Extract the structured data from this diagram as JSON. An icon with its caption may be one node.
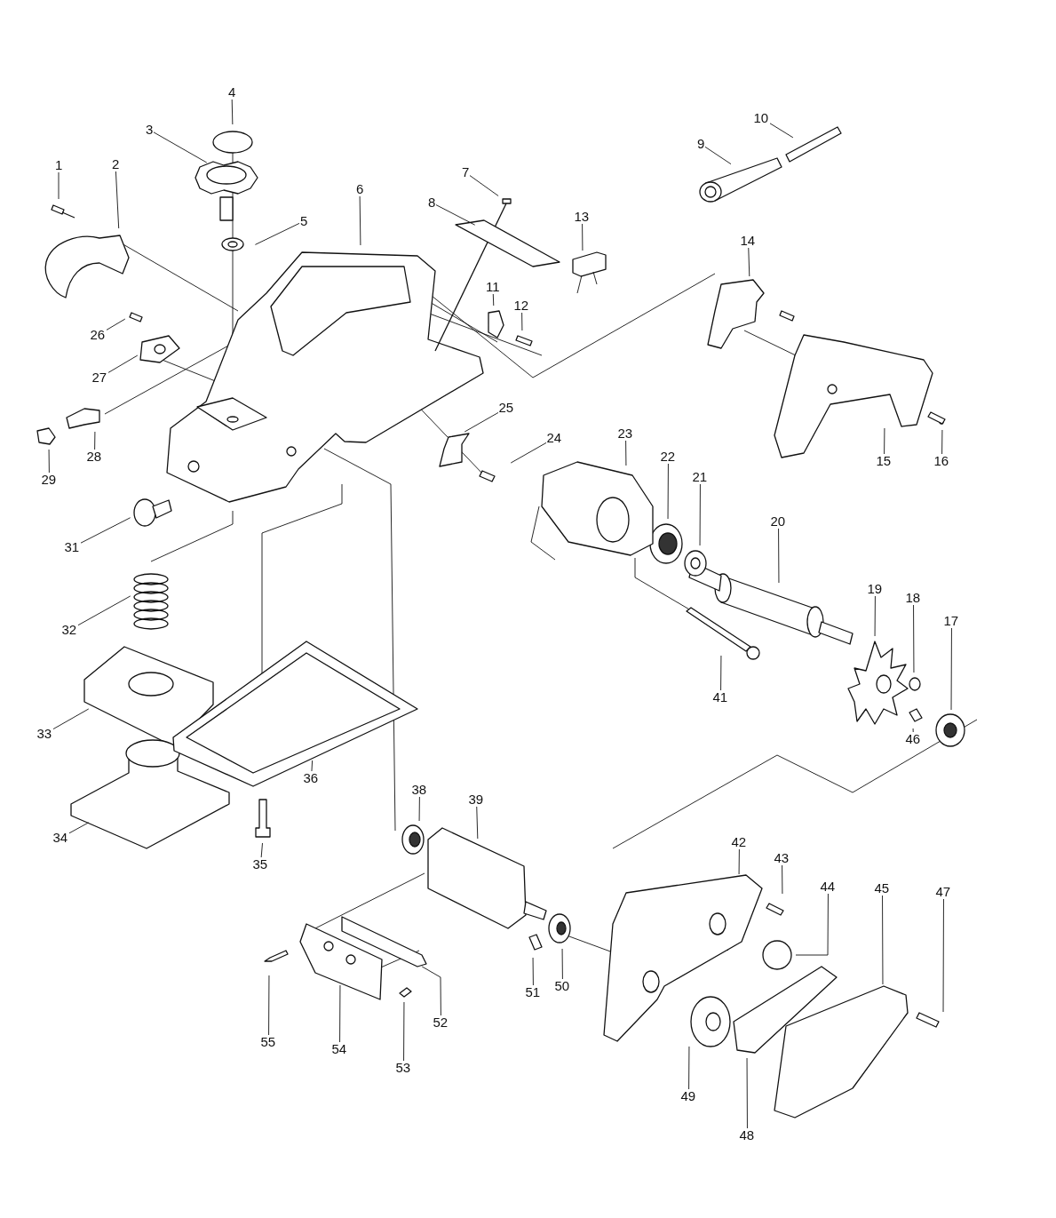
{
  "diagram": {
    "nodes": [
      {
        "text": [
          "1"
        ]
      },
      {
        "text": [
          "2"
        ]
      },
      {
        "text": [
          "3"
        ]
      },
      {
        "text": [
          "4"
        ]
      },
      {
        "text": [
          "5"
        ]
      },
      {
        "text": [
          "6"
        ]
      },
      {
        "text": [
          "7"
        ]
      },
      {
        "text": [
          "8"
        ]
      },
      {
        "text": [
          "9"
        ]
      },
      {
        "text": [
          "10"
        ]
      },
      {
        "text": [
          "11"
        ]
      },
      {
        "text": [
          "12"
        ]
      },
      {
        "text": [
          "13"
        ]
      },
      {
        "text": [
          "14"
        ]
      },
      {
        "text": [
          "15"
        ]
      },
      {
        "text": [
          "16"
        ]
      },
      {
        "text": [
          "17"
        ]
      },
      {
        "text": [
          "18"
        ]
      },
      {
        "text": [
          "19"
        ]
      },
      {
        "text": [
          "20"
        ]
      },
      {
        "text": [
          "21"
        ]
      },
      {
        "text": [
          "22"
        ]
      },
      {
        "text": [
          "23"
        ]
      },
      {
        "text": [
          "24"
        ]
      },
      {
        "text": [
          "25"
        ]
      },
      {
        "text": [
          "26"
        ]
      },
      {
        "text": [
          "27"
        ]
      },
      {
        "text": [
          "28"
        ]
      },
      {
        "text": [
          "29"
        ]
      },
      {
        "text": [
          "31"
        ]
      },
      {
        "text": [
          "32"
        ]
      },
      {
        "text": [
          "33"
        ]
      },
      {
        "text": [
          "34"
        ]
      },
      {
        "text": [
          "35"
        ]
      },
      {
        "text": [
          "36"
        ]
      },
      {
        "text": [
          "38"
        ]
      },
      {
        "text": [
          "39"
        ]
      },
      {
        "text": [
          "41"
        ]
      },
      {
        "text": [
          "42"
        ]
      },
      {
        "text": [
          "43"
        ]
      },
      {
        "text": [
          "44"
        ]
      },
      {
        "text": [
          "45"
        ]
      },
      {
        "text": [
          "46"
        ]
      },
      {
        "text": [
          "47"
        ]
      },
      {
        "text": [
          "48"
        ]
      },
      {
        "text": [
          "49"
        ]
      },
      {
        "text": [
          "50"
        ]
      },
      {
        "text": [
          "51"
        ]
      },
      {
        "text": [
          "52"
        ]
      },
      {
        "text": [
          "53"
        ]
      },
      {
        "text": [
          "54"
        ]
      },
      {
        "text": [
          "55"
        ]
      }
    ],
    "edges": [
      {
        "from": 0,
        "to": null,
        "arrow": "none"
      },
      {
        "from": 1,
        "to": null,
        "arrow": "none"
      },
      {
        "from": 2,
        "to": null,
        "arrow": "none"
      },
      {
        "from": 3,
        "to": null,
        "arrow": "none"
      },
      {
        "from": 4,
        "to": null,
        "arrow": "none"
      },
      {
        "from": 5,
        "to": null,
        "arrow": "none"
      },
      {
        "from": 6,
        "to": null,
        "arrow": "none"
      },
      {
        "from": 7,
        "to": null,
        "arrow": "none"
      },
      {
        "from": 8,
        "to": null,
        "arrow": "none"
      },
      {
        "from": 9,
        "to": null,
        "arrow": "none"
      },
      {
        "from": 10,
        "to": null,
        "arrow": "none"
      },
      {
        "from": 11,
        "to": null,
        "arrow": "none"
      },
      {
        "from": 12,
        "to": null,
        "arrow": "none"
      },
      {
        "from": 13,
        "to": null,
        "arrow": "none"
      },
      {
        "from": 14,
        "to": null,
        "arrow": "none"
      },
      {
        "from": 15,
        "to": null,
        "arrow": "none"
      },
      {
        "from": 16,
        "to": null,
        "arrow": "none"
      },
      {
        "from": 17,
        "to": null,
        "arrow": "none"
      },
      {
        "from": 18,
        "to": null,
        "arrow": "none"
      },
      {
        "from": 19,
        "to": null,
        "arrow": "none"
      },
      {
        "from": 20,
        "to": null,
        "arrow": "none"
      },
      {
        "from": 21,
        "to": null,
        "arrow": "none"
      },
      {
        "from": 22,
        "to": null,
        "arrow": "none"
      },
      {
        "from": 23,
        "to": null,
        "arrow": "none"
      },
      {
        "from": 24,
        "to": null,
        "arrow": "none"
      },
      {
        "from": 25,
        "to": null,
        "arrow": "none"
      },
      {
        "from": 26,
        "to": null,
        "arrow": "none"
      },
      {
        "from": 27,
        "to": null,
        "arrow": "none"
      },
      {
        "from": 28,
        "to": null,
        "arrow": "none"
      },
      {
        "from": 29,
        "to": null,
        "arrow": "none"
      },
      {
        "from": 30,
        "to": null,
        "arrow": "none"
      },
      {
        "from": 31,
        "to": null,
        "arrow": "none"
      },
      {
        "from": 32,
        "to": null,
        "arrow": "none"
      },
      {
        "from": 33,
        "to": null,
        "arrow": "none"
      },
      {
        "from": 34,
        "to": null,
        "arrow": "none"
      },
      {
        "from": 35,
        "to": null,
        "arrow": "none"
      },
      {
        "from": 36,
        "to": null,
        "arrow": "none"
      },
      {
        "from": 37,
        "to": null,
        "arrow": "none"
      },
      {
        "from": 38,
        "to": null,
        "arrow": "none"
      },
      {
        "from": 39,
        "to": null,
        "arrow": "none"
      },
      {
        "from": 40,
        "to": null,
        "arrow": "none"
      },
      {
        "from": 41,
        "to": null,
        "arrow": "none"
      },
      {
        "from": 42,
        "to": null,
        "arrow": "none"
      },
      {
        "from": 43,
        "to": null,
        "arrow": "none"
      },
      {
        "from": 44,
        "to": null,
        "arrow": "none"
      },
      {
        "from": 45,
        "to": null,
        "arrow": "none"
      },
      {
        "from": 46,
        "to": null,
        "arrow": "none"
      },
      {
        "from": 47,
        "to": null,
        "arrow": "none"
      },
      {
        "from": 48,
        "to": null,
        "arrow": "none"
      },
      {
        "from": 49,
        "to": null,
        "arrow": "none"
      },
      {
        "from": 50,
        "to": null,
        "arrow": "none"
      },
      {
        "from": 51,
        "to": null,
        "arrow": "none"
      }
    ]
  }
}
